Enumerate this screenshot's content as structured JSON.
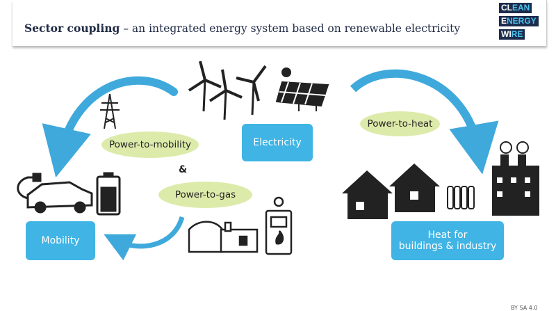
{
  "header": {
    "title_bold": "Sector coupling",
    "title_rest": " – an integrated energy system based on renewable electricity"
  },
  "logo": {
    "line1a": "CL",
    "line1b": "EAN",
    "line2a": "E",
    "line2b": "NERGY",
    "line3a": "WI",
    "line3b": "RE"
  },
  "boxes": {
    "electricity": "Electricity",
    "mobility": "Mobility",
    "heat_line1": "Heat for",
    "heat_line2": "buildings & industry"
  },
  "processes": {
    "mobility": "Power-to-mobility",
    "and": "&",
    "gas": "Power-to-gas",
    "heat": "Power-to-heat"
  },
  "license": "BY SA 4.0",
  "colors": {
    "box": "#3fb4e5",
    "ellipse": "#dcebaa",
    "arrow": "#3fa9dc",
    "logo": "#1c2c4c"
  }
}
